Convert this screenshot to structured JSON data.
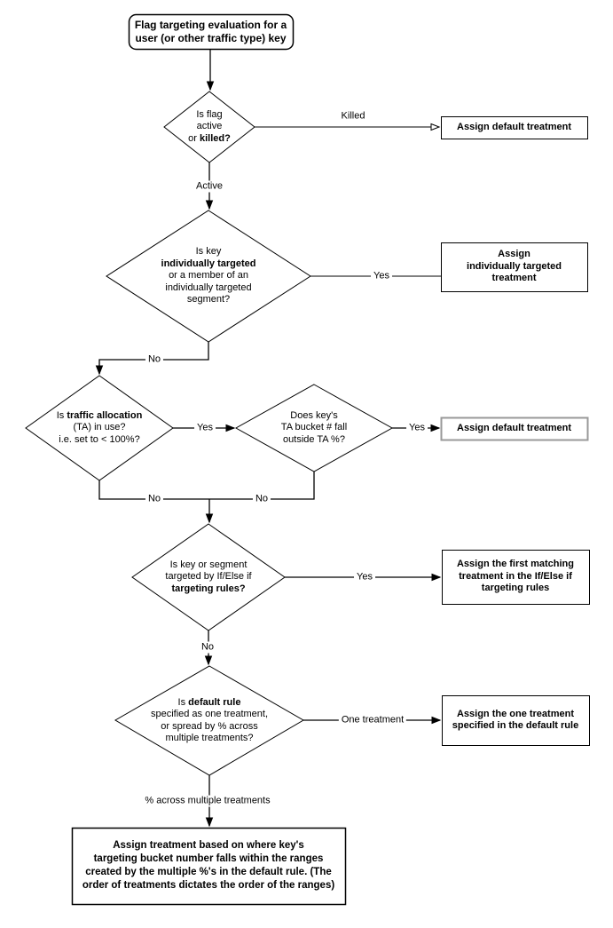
{
  "colors": {
    "line": "#000000",
    "box_border": "#000000",
    "gray_box_border": "#999999",
    "background": "#ffffff",
    "text": "#000000"
  },
  "nodes": {
    "start": {
      "line1": "Flag targeting evaluation for a",
      "line2": "user (or other traffic type) key"
    },
    "flag_active": {
      "line1": "Is flag",
      "line2": "active",
      "line3_pre": "or ",
      "line3_bold": "killed?"
    },
    "assign_default_1": {
      "label": "Assign default treatment"
    },
    "individually_targeted": {
      "line1": "Is key",
      "line2_bold": "individually targeted",
      "line3": "or a member of an",
      "line4": "individually targeted",
      "line5": "segment?"
    },
    "assign_individual": {
      "line1": "Assign",
      "line2": "individually targeted",
      "line3": "treatment"
    },
    "traffic_allocation": {
      "line1_pre": "Is ",
      "line1_bold": "traffic allocation",
      "line2": "(TA) in use?",
      "line3": "i.e. set to < 100%?"
    },
    "ta_bucket": {
      "line1": "Does key's",
      "line2": "TA bucket # fall",
      "line3": "outside TA %?"
    },
    "assign_default_2": {
      "label": "Assign default treatment"
    },
    "targeting_rules": {
      "line1": "Is key or segment",
      "line2": "targeted by If/Else if",
      "line3_bold": "targeting rules?"
    },
    "assign_first_matching": {
      "line1": "Assign the first matching",
      "line2": "treatment in the If/Else if",
      "line3": "targeting rules"
    },
    "default_rule": {
      "line1_pre": "Is ",
      "line1_bold": "default rule",
      "line2": "specified as one treatment,",
      "line3": "or spread by % across",
      "line4": "multiple treatments?"
    },
    "assign_one_treatment": {
      "line1": "Assign the one treatment",
      "line2": "specified in the default rule"
    },
    "assign_by_ranges": {
      "line1": "Assign treatment based on where key's",
      "line2": "targeting bucket number falls within the ranges",
      "line3": "created by the multiple %'s in the default rule. (The",
      "line4": "order of treatments dictates the order of the ranges)"
    }
  },
  "edge_labels": {
    "killed": "Killed",
    "active": "Active",
    "yes_individual": "Yes",
    "no_individual": "No",
    "yes_ta": "Yes",
    "yes_bucket": "Yes",
    "no_ta": "No",
    "no_bucket": "No",
    "yes_rules": "Yes",
    "no_rules": "No",
    "one_treatment": "One treatment",
    "pct_multiple": "% across multiple treatments"
  }
}
